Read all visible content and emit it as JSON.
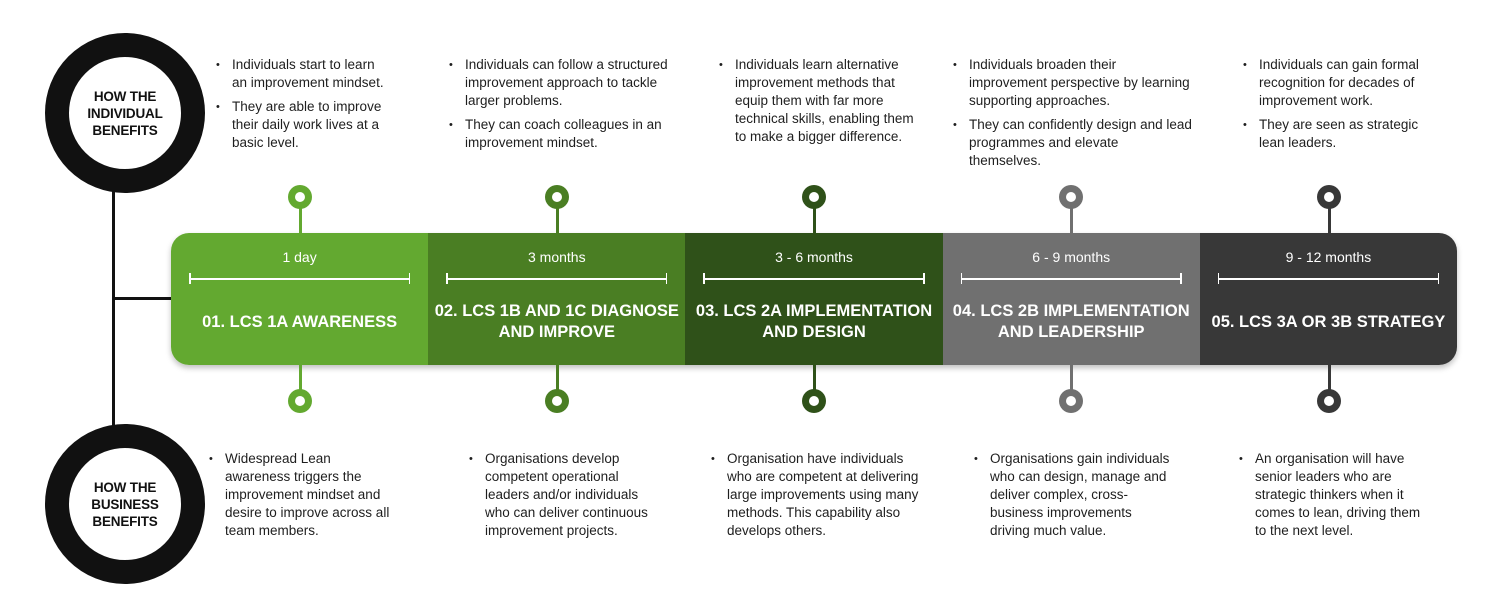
{
  "left_labels": {
    "individual": "HOW THE INDIVIDUAL BENEFITS",
    "business": "HOW THE BUSINESS BENEFITS"
  },
  "stages": [
    {
      "color": "#63a930",
      "duration": "1 day",
      "title": "01. LCS 1A AWARENESS",
      "individual": [
        "Individuals start to learn an improvement mindset.",
        "They are able to improve their daily work lives at a basic level."
      ],
      "business": [
        "Widespread Lean awareness triggers the improvement mindset and desire to improve across all team members."
      ]
    },
    {
      "color": "#4a7e23",
      "duration": "3 months",
      "title": "02. LCS 1B AND 1C DIAGNOSE AND IMPROVE",
      "individual": [
        "Individuals can follow a structured improvement approach to tackle larger problems.",
        "They can coach colleagues in an improvement mindset."
      ],
      "business": [
        "Organisations develop competent operational leaders and/or individuals who can deliver continuous improvement projects."
      ]
    },
    {
      "color": "#2f5119",
      "duration": "3 - 6 months",
      "title": "03. LCS 2A IMPLEMENTATION AND DESIGN",
      "individual": [
        "Individuals learn alternative improvement methods that equip them with far more technical skills, enabling them to make a bigger difference."
      ],
      "business": [
        "Organisation have individuals who are competent at delivering large improvements using many methods.  This capability also develops others."
      ]
    },
    {
      "color": "#707070",
      "duration": "6 - 9 months",
      "title": "04. LCS 2B IMPLEMENTATION AND LEADERSHIP",
      "individual": [
        "Individuals broaden their improvement perspective by learning supporting approaches.",
        "They can confidently design and lead programmes and elevate themselves."
      ],
      "business": [
        "Organisations gain individuals who can design, manage and deliver complex, cross-business improvements driving much value."
      ]
    },
    {
      "color": "#383838",
      "duration": "9 - 12 months",
      "title": "05. LCS 3A OR 3B STRATEGY",
      "individual": [
        "Individuals can gain formal recognition for decades of improvement work.",
        "They are seen as strategic lean leaders."
      ],
      "business": [
        "An organisation will have senior leaders who are strategic thinkers when it comes to lean, driving them to the next level."
      ]
    }
  ]
}
